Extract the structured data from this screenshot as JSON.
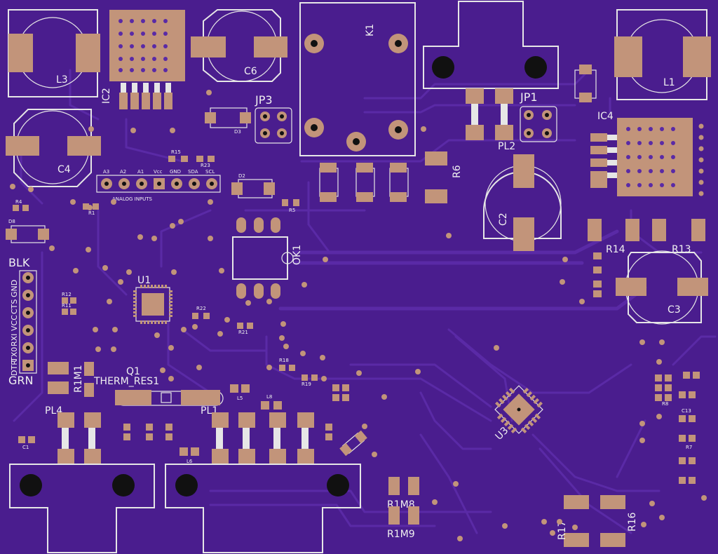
{
  "components": {
    "L3": "L3",
    "IC2": "IC2",
    "C6": "C6",
    "K1": "K1",
    "L1": "L1",
    "C4": "C4",
    "JP3": "JP3",
    "D3": "D3",
    "JP1": "JP1",
    "PL2": "PL2",
    "R6": "R6",
    "IC4": "IC4",
    "C2": "C2",
    "R14": "R14",
    "R13": "R13",
    "C3": "C3",
    "OK1": "OK1",
    "U1": "U1",
    "U3": "U3",
    "Q1": "Q1",
    "THERM_RES1": "THERM_RES1",
    "R1M1": "R1M1",
    "PL4": "PL4",
    "PL1": "PL1",
    "R1M8": "R1M8",
    "R1M9": "R1M9",
    "R17": "R17",
    "R16": "R16",
    "BLK": "BLK",
    "GRN": "GRN",
    "R15": "R15",
    "R23": "R23",
    "D2": "D2",
    "R5": "R5",
    "R4": "R4",
    "R1": "R1",
    "D8": "D8",
    "R12": "R12",
    "R11": "R11",
    "R22": "R22",
    "R21": "R21",
    "R18": "R18",
    "R19": "R19",
    "L5": "L5",
    "L8": "L8",
    "L6": "L6",
    "C1": "C1",
    "R7": "R7",
    "C13": "C13",
    "R8": "R8"
  },
  "header_analog": {
    "pins": [
      "A3",
      "A2",
      "A1",
      "Vcc",
      "GND",
      "SDA",
      "SCL"
    ],
    "caption": "ANALOG INPUTS"
  },
  "ftdi_header": {
    "pins": [
      "DTR",
      "TX0",
      "RXI",
      "VCC",
      "CTS",
      "GND"
    ]
  },
  "colors": {
    "board": "#4a1d8e",
    "copper_pad": "#c2947a",
    "silkscreen": "#e6e6e6",
    "trace": "#5a2aa6"
  }
}
